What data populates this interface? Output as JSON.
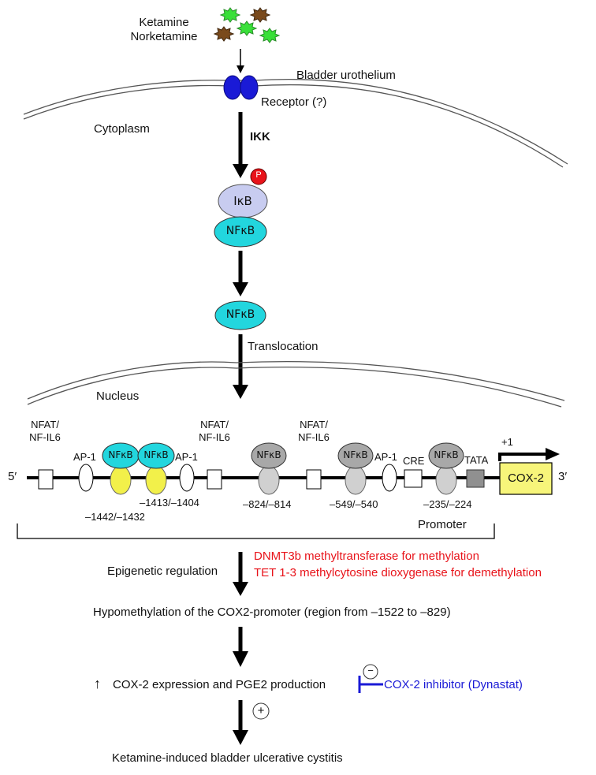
{
  "stimulus": {
    "line1": "Ketamine",
    "line2": "Norketamine"
  },
  "membrane_label": "Bladder urothelium",
  "receptor_label": "Receptor (?)",
  "cytoplasm_label": "Cytoplasm",
  "ikk_label": "IKK",
  "ikb_label": "IκB",
  "phospho_label": "P",
  "nfkb_label": "NFκB",
  "translocation_label": "Translocation",
  "nucleus_label": "Nucleus",
  "promoter": {
    "five_prime": "5′",
    "three_prime": "3′",
    "tss": "+1",
    "gene": "COX-2",
    "bracket_label": "Promoter",
    "elements": {
      "nfat1_a": "NFAT/",
      "nfat1_b": "NF-IL6",
      "ap1_1": "AP-1",
      "ap1_2": "AP-1",
      "nfat2_a": "NFAT/",
      "nfat2_b": "NF-IL6",
      "nfat3_a": "NFAT/",
      "nfat3_b": "NF-IL6",
      "ap1_3": "AP-1",
      "cre": "CRE",
      "tata": "TATA"
    },
    "positions": {
      "p1": "–1413/–1404",
      "p2": "–1442/–1432",
      "p3": "–824/–814",
      "p4": "–549/–540",
      "p5": "–235/–224"
    }
  },
  "epigenetic": {
    "label": "Epigenetic regulation",
    "enzyme1": "DNMT3b methyltransferase for methylation",
    "enzyme2": "TET 1-3 methylcytosine dioxygenase for demethylation"
  },
  "hypomethylation": "Hypomethylation of the COX2-promoter (region from –1522 to –829)",
  "expression": {
    "arrow": "↑",
    "text": "COX-2 expression and PGE2 production"
  },
  "inhibitor": {
    "sign": "−",
    "label": "COX-2 inhibitor (Dynastat)"
  },
  "plus_sign": "+",
  "outcome": "Ketamine-induced bladder ulcerative cystitis",
  "colors": {
    "receptor": "#1a1ad6",
    "ikb": "#c8ccf0",
    "nfkb_cyto": "#22d6de",
    "phospho": "#e8131a",
    "nfkb_promoter_gray": "#a8a8a8",
    "methyl_site": "#f2f04a",
    "gene_box": "#f7f57a",
    "enzyme_text": "#e8131a",
    "inhibitor_text": "#1a1ad6"
  }
}
